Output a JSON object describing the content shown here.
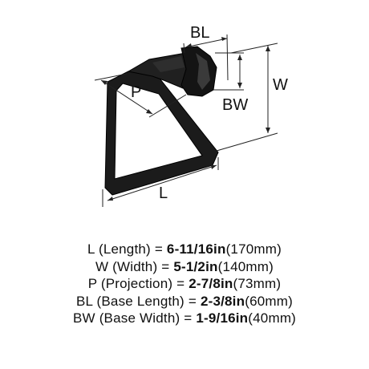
{
  "diagram": {
    "labels": {
      "bl": "BL",
      "bw": "BW",
      "w": "W",
      "p": "P",
      "l": "L"
    }
  },
  "specs": [
    {
      "abbr": "L",
      "name": "(Length)",
      "eq": "=",
      "value": "6-11/16in",
      "metric": "(170mm)"
    },
    {
      "abbr": "W",
      "name": "(Width)",
      "eq": "=",
      "value": "5-1/2in",
      "metric": "(140mm)"
    },
    {
      "abbr": "P",
      "name": "(Projection)",
      "eq": "=",
      "value": "2-7/8in",
      "metric": "(73mm)"
    },
    {
      "abbr": "BL",
      "name": "(Base Length)",
      "eq": "=",
      "value": "2-3/8in",
      "metric": "(60mm)"
    },
    {
      "abbr": "BW",
      "name": "(Base Width)",
      "eq": "=",
      "value": "1-9/16in",
      "metric": "(40mm)"
    }
  ]
}
